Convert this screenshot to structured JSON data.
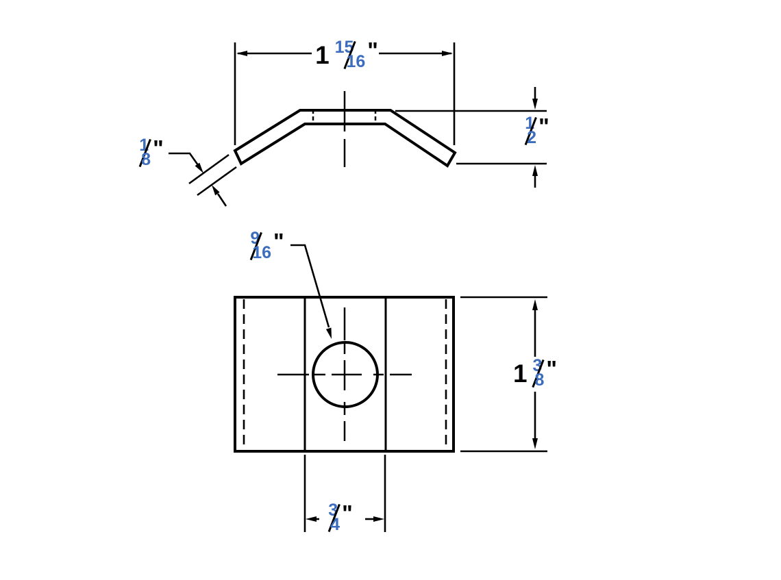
{
  "drawing": {
    "colors": {
      "line": "#000000",
      "background": "#ffffff",
      "fraction_digits": "#3c6cbe"
    }
  },
  "dimensions": {
    "overall_width": {
      "whole": "1",
      "numerator": "15",
      "denominator": "16",
      "unit": "\""
    },
    "material_thickness": {
      "numerator": "1",
      "denominator": "8",
      "unit": "\""
    },
    "bend_height": {
      "numerator": "1",
      "denominator": "2",
      "unit": "\""
    },
    "hole_diameter": {
      "numerator": "9",
      "denominator": "16",
      "unit": "\""
    },
    "plate_depth": {
      "whole": "1",
      "numerator": "3",
      "denominator": "8",
      "unit": "\""
    },
    "flat_top_width": {
      "numerator": "3",
      "denominator": "4",
      "unit": "\""
    }
  }
}
